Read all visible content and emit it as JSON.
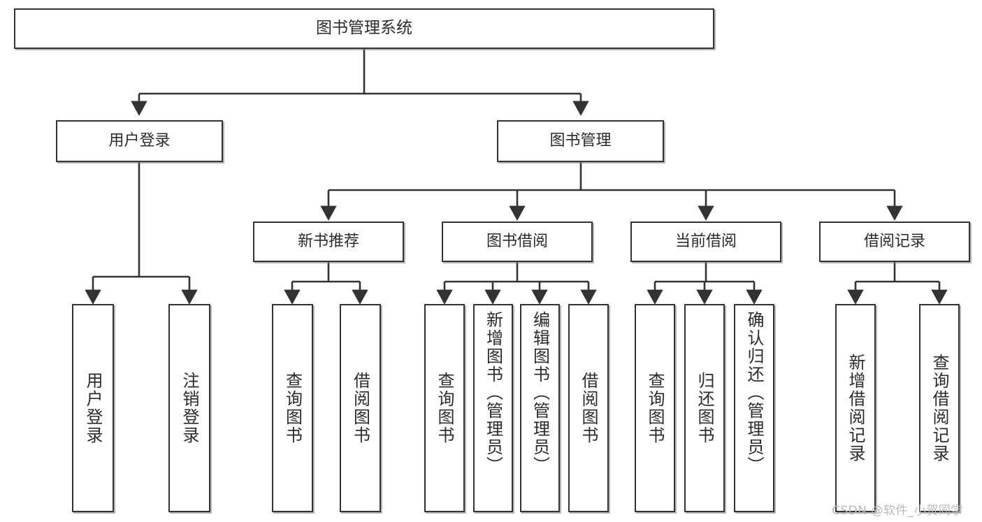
{
  "diagram": {
    "type": "tree",
    "title": "图书管理系统",
    "root": {
      "label": "图书管理系统"
    },
    "level2": [
      {
        "label": "用户登录"
      },
      {
        "label": "图书管理"
      }
    ],
    "level3": [
      {
        "label": "新书推荐"
      },
      {
        "label": "图书借阅"
      },
      {
        "label": "当前借阅"
      },
      {
        "label": "借阅记录"
      }
    ],
    "leaves": {
      "user_login": [
        {
          "label": "用户登录"
        },
        {
          "label": "注销登录"
        }
      ],
      "new_book_recommend": [
        {
          "label": "查询图书"
        },
        {
          "label": "借阅图书"
        }
      ],
      "book_borrow": [
        {
          "label": "查询图书"
        },
        {
          "label": "新增图书（管理员）"
        },
        {
          "label": "编辑图书（管理员）"
        },
        {
          "label": "借阅图书"
        }
      ],
      "current_borrow": [
        {
          "label": "查询图书"
        },
        {
          "label": "归还图书"
        },
        {
          "label": "确认归还（管理员）"
        }
      ],
      "borrow_record": [
        {
          "label": "新增借阅记录"
        },
        {
          "label": "查询借阅记录"
        }
      ]
    }
  },
  "watermark": {
    "text": "CSDN @软件_小贺同学"
  },
  "colors": {
    "border": "#333333",
    "text": "#2b2b2b",
    "background": "#ffffff",
    "watermark": "#b9b9b9"
  }
}
